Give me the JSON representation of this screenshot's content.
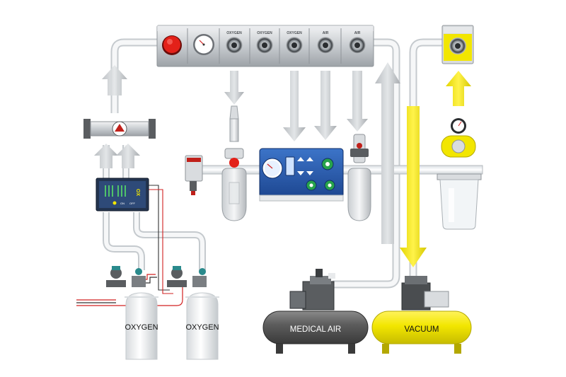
{
  "panel": {
    "outlets": [
      {
        "label": "OXYGEN"
      },
      {
        "label": "OXYGEN"
      },
      {
        "label": "OXYGEN"
      },
      {
        "label": "AIR"
      },
      {
        "label": "AIR"
      }
    ]
  },
  "cylinders": [
    {
      "label": "OXYGEN"
    },
    {
      "label": "OXYGEN"
    }
  ],
  "control_unit": {
    "label": "OX",
    "on": "ON",
    "off": "OFF"
  },
  "tanks": {
    "medical_air": {
      "label": "MEDICAL AIR"
    },
    "vacuum": {
      "label": "VACUUM"
    }
  },
  "colors": {
    "vacuum": "#f2e600",
    "pipe": "#e8ecef",
    "panel": "#c9cdd1",
    "tank_air": "#5a5a5a",
    "device_blue": "#2a5fb0",
    "alarm_red": "#e32119"
  }
}
